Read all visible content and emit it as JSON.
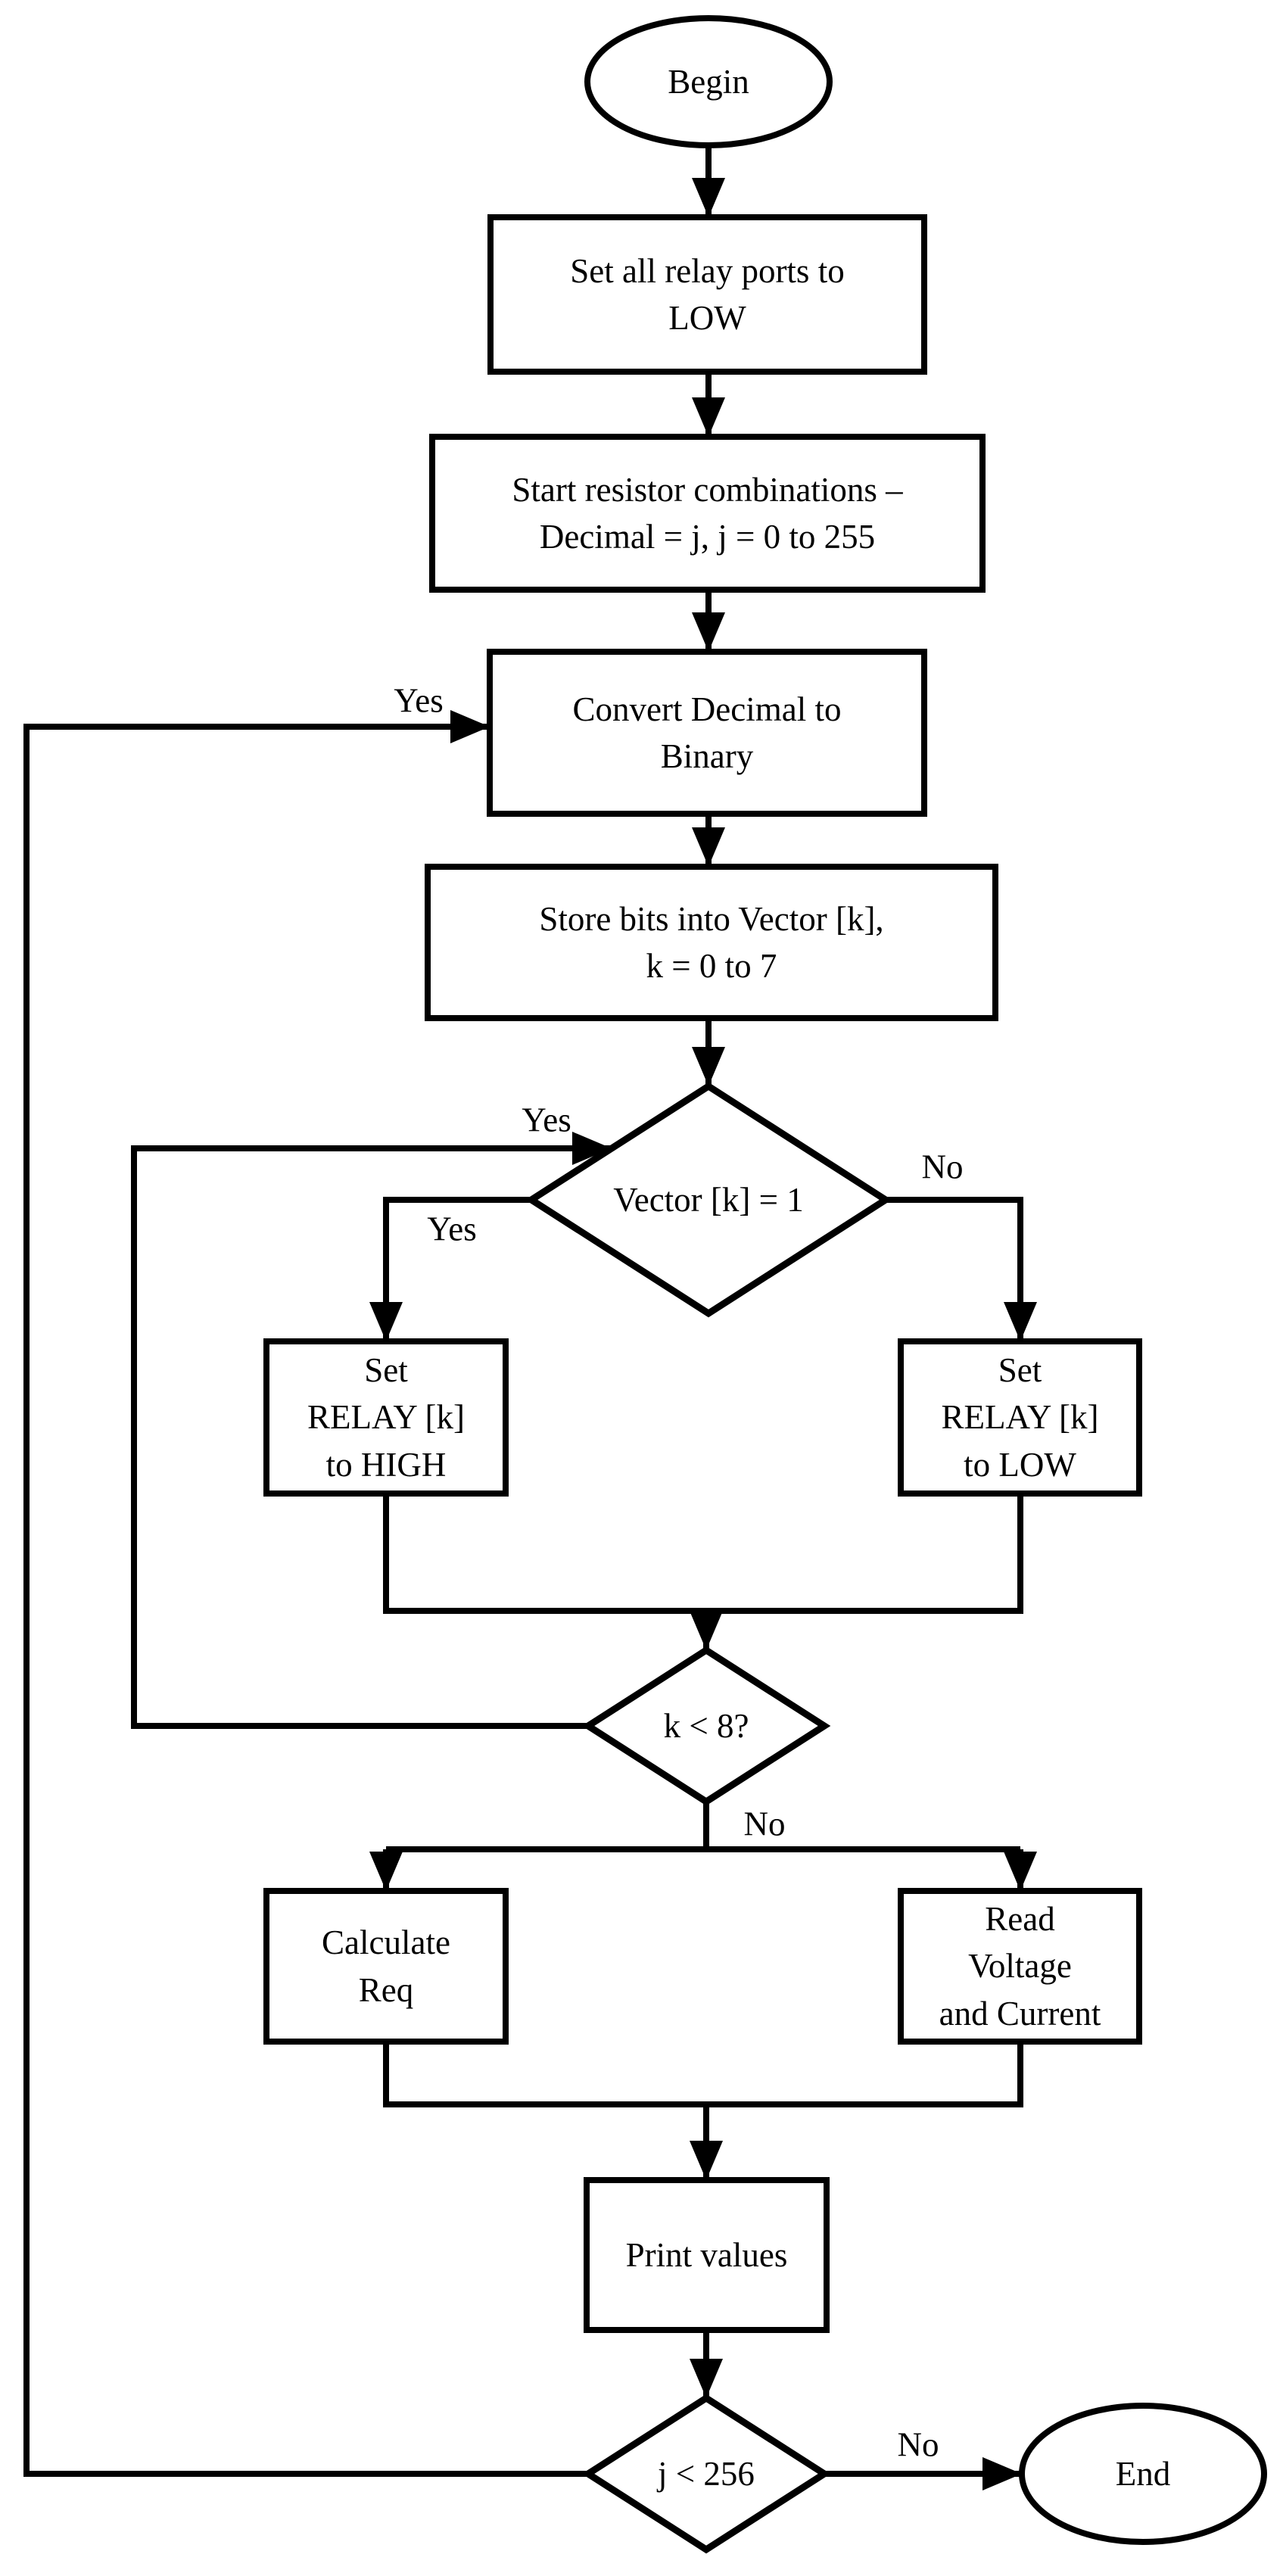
{
  "figure": {
    "type": "flowchart",
    "background_color": "#ffffff",
    "line_color": "#000000",
    "text_color": "#000000"
  },
  "nodes": {
    "begin": {
      "shape": "terminator-oval",
      "label": "Begin"
    },
    "set_ports_low": {
      "shape": "process-rect",
      "label": "Set all relay ports to\nLOW"
    },
    "start_combinations": {
      "shape": "process-rect",
      "label": "Start resistor combinations –\nDecimal = j, j = 0 to 255"
    },
    "convert_decimal": {
      "shape": "process-rect",
      "label": "Convert Decimal to\nBinary"
    },
    "store_bits": {
      "shape": "process-rect",
      "label": "Store bits into Vector [k],\nk = 0 to 7"
    },
    "vector_check": {
      "shape": "decision-diamond",
      "label": "Vector [k] = 1"
    },
    "relay_high": {
      "shape": "process-rect",
      "label": "Set\nRELAY [k]\nto HIGH"
    },
    "relay_low": {
      "shape": "process-rect",
      "label": "Set\nRELAY [k]\nto LOW"
    },
    "k_check": {
      "shape": "decision-diamond",
      "label": "k < 8?"
    },
    "calculate_req": {
      "shape": "process-rect",
      "label": "Calculate\nReq"
    },
    "read_voltage": {
      "shape": "process-rect",
      "label": "Read\nVoltage\nand Current"
    },
    "print_values": {
      "shape": "process-rect",
      "label": "Print values"
    },
    "j_check": {
      "shape": "decision-diamond",
      "label": "j < 256"
    },
    "end": {
      "shape": "terminator-oval",
      "label": "End"
    }
  },
  "edge_labels": {
    "vector_check_yes": "Yes",
    "vector_check_no": "No",
    "k_check_yes": "Yes",
    "k_check_no": "No",
    "j_check_yes": "Yes",
    "j_check_no": "No"
  }
}
